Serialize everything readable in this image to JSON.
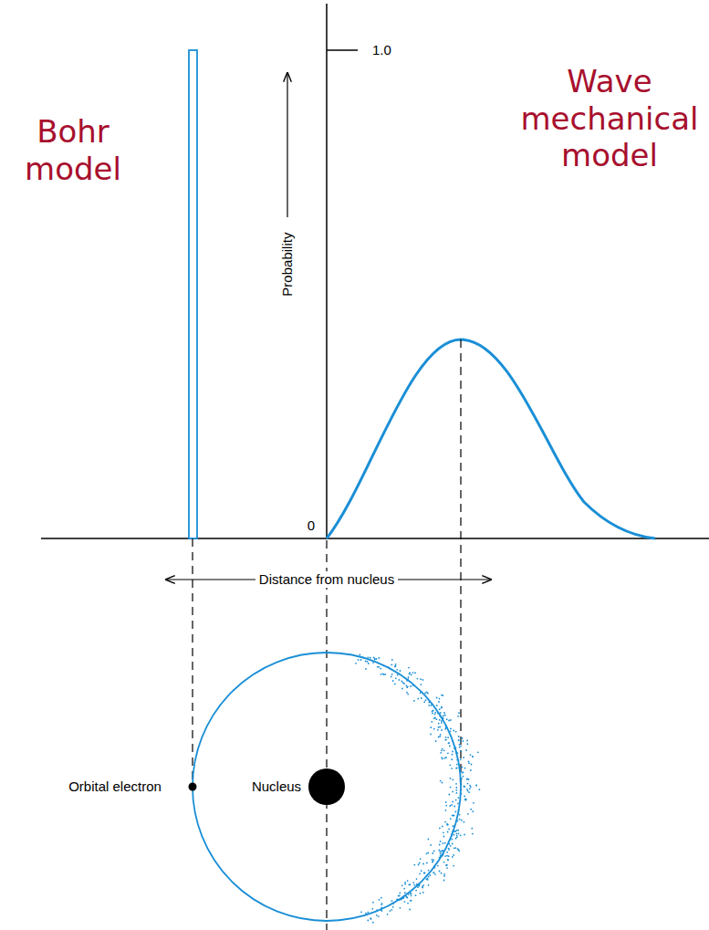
{
  "diagram": {
    "labels": [
      "Bohr model",
      "Wave mechanical model",
      "1.0",
      "0",
      "Probability",
      "Distance from nucleus",
      "Orbital electron",
      "Nucleus"
    ]
  }
}
